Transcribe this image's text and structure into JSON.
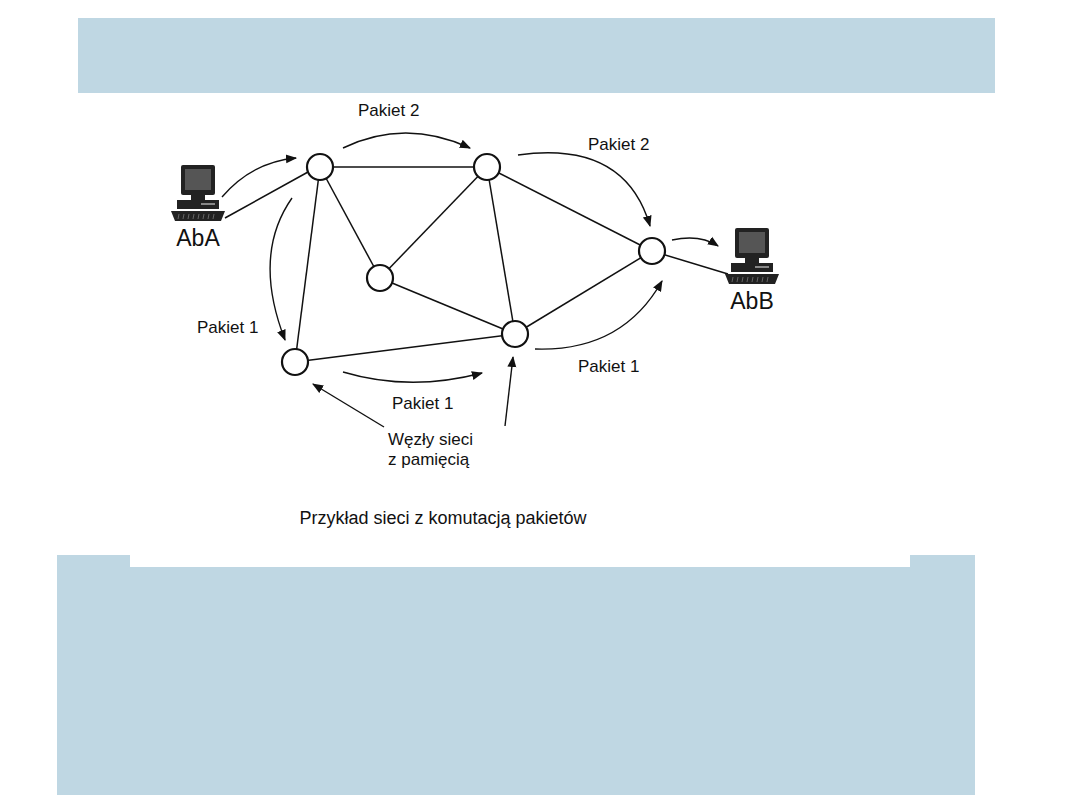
{
  "diagram": {
    "caption": "Przykład sieci z komutacją pakietów",
    "nodes": [
      {
        "text": [
          "AbA"
        ]
      },
      {
        "text": [
          "AbB"
        ]
      }
    ],
    "labels": [
      "Pakiet 2",
      "Pakiet 2",
      "Pakiet 1",
      "Pakiet 1",
      "Pakiet 1",
      "Węzły sieci z pamięcią"
    ]
  }
}
